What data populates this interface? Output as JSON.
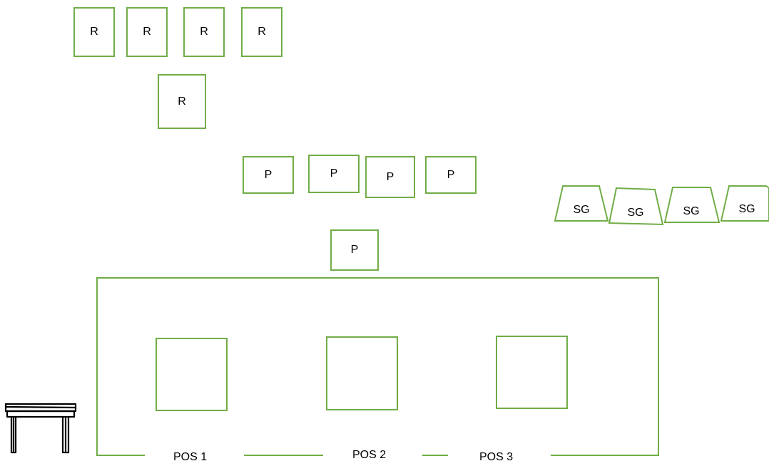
{
  "colors": {
    "outline": "#70ad47",
    "text": "#000000",
    "background": "#ffffff"
  },
  "r_boxes": [
    "R",
    "R",
    "R",
    "R",
    "R"
  ],
  "p_boxes": [
    "P",
    "P",
    "P",
    "P",
    "P"
  ],
  "sg_shapes": [
    "SG",
    "SG",
    "SG",
    "SG"
  ],
  "area": {
    "positions": [
      "",
      "",
      ""
    ],
    "labels": [
      "POS 1",
      "POS 2",
      "POS 3"
    ]
  },
  "icons": {
    "table": "table-icon"
  }
}
